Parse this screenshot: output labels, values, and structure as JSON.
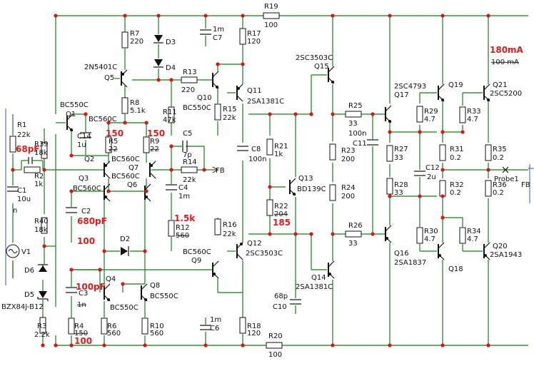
{
  "resistors": [
    {
      "ref": "R1",
      "value": "22k"
    },
    {
      "ref": "R2",
      "value": "1k"
    },
    {
      "ref": "R3",
      "value": "2.2k"
    },
    {
      "ref": "R4",
      "value": "150"
    },
    {
      "ref": "R5",
      "value": "22"
    },
    {
      "ref": "R6",
      "value": "560"
    },
    {
      "ref": "R7",
      "value": "220"
    },
    {
      "ref": "R8",
      "value": "5.1k"
    },
    {
      "ref": "R9",
      "value": "22"
    },
    {
      "ref": "R10",
      "value": "560"
    },
    {
      "ref": "R11",
      "value": "47k"
    },
    {
      "ref": "R12",
      "value": "560"
    },
    {
      "ref": "R13",
      "value": "220"
    },
    {
      "ref": "R14",
      "value": "22k"
    },
    {
      "ref": "R15",
      "value": "22k"
    },
    {
      "ref": "R16",
      "value": "22k"
    },
    {
      "ref": "R17",
      "value": "120"
    },
    {
      "ref": "R18",
      "value": "120"
    },
    {
      "ref": "R19",
      "value": "100"
    },
    {
      "ref": "R20",
      "value": "100"
    },
    {
      "ref": "R21",
      "value": "1k"
    },
    {
      "ref": "R22",
      "value": "204"
    },
    {
      "ref": "R23",
      "value": "200"
    },
    {
      "ref": "R24",
      "value": "200"
    },
    {
      "ref": "R25",
      "value": "33"
    },
    {
      "ref": "R26",
      "value": "33"
    },
    {
      "ref": "R27",
      "value": "33"
    },
    {
      "ref": "R28",
      "value": "33"
    },
    {
      "ref": "R29",
      "value": "4.7"
    },
    {
      "ref": "R30",
      "value": "4.7"
    },
    {
      "ref": "R31",
      "value": "0.2"
    },
    {
      "ref": "R32",
      "value": "0.2"
    },
    {
      "ref": "R33",
      "value": "4.7"
    },
    {
      "ref": "R34",
      "value": "4.7"
    },
    {
      "ref": "R35",
      "value": "0.2"
    },
    {
      "ref": "R36",
      "value": "0.2"
    },
    {
      "ref": "R39",
      "value": "18k"
    },
    {
      "ref": "R40",
      "value": "18k"
    }
  ],
  "capacitors": [
    {
      "ref": "C1",
      "value": "10u"
    },
    {
      "ref": "C2",
      "value": ""
    },
    {
      "ref": "C3",
      "value": "1n"
    },
    {
      "ref": "C4",
      "value": "1m"
    },
    {
      "ref": "C5",
      "value": "7p"
    },
    {
      "ref": "C6",
      "value": "1m"
    },
    {
      "ref": "C7",
      "value": "1m"
    },
    {
      "ref": "C8",
      "value": "100n"
    },
    {
      "ref": "C10",
      "value": "68p"
    },
    {
      "ref": "C11",
      "value": "100n"
    },
    {
      "ref": "C12",
      "value": "2u"
    },
    {
      "ref": "C14",
      "value": "1u"
    }
  ],
  "transistors": [
    {
      "ref": "Q1",
      "part": "BC550C"
    },
    {
      "ref": "Q2",
      "part": "BC560C"
    },
    {
      "ref": "Q3",
      "part": "BC560C"
    },
    {
      "ref": "Q4",
      "part": "BC550C"
    },
    {
      "ref": "Q5",
      "part": "2N5401C"
    },
    {
      "ref": "Q6",
      "part": "BC560C"
    },
    {
      "ref": "Q7",
      "part": "BC560C"
    },
    {
      "ref": "Q8",
      "part": "BC550C"
    },
    {
      "ref": "Q9",
      "part": "BC560C"
    },
    {
      "ref": "Q10",
      "part": "BC550C"
    },
    {
      "ref": "Q11",
      "part": "2SA1381C"
    },
    {
      "ref": "Q12",
      "part": "2SC3503C"
    },
    {
      "ref": "Q13",
      "part": "BD139C"
    },
    {
      "ref": "Q14",
      "part": "2SA1381C"
    },
    {
      "ref": "Q15",
      "part": "2SC3503C"
    },
    {
      "ref": "Q16",
      "part": "2SA1837"
    },
    {
      "ref": "Q17",
      "part": "2SC4793"
    },
    {
      "ref": "Q18",
      "part": ""
    },
    {
      "ref": "Q19",
      "part": ""
    },
    {
      "ref": "Q20",
      "part": "2SA1943"
    },
    {
      "ref": "Q21",
      "part": "2SC5200"
    }
  ],
  "diodes": [
    {
      "ref": "D2",
      "part": ""
    },
    {
      "ref": "D3",
      "part": ""
    },
    {
      "ref": "D4",
      "part": ""
    },
    {
      "ref": "D5",
      "part": "BZX84J-B12"
    },
    {
      "ref": "D6",
      "part": ""
    }
  ],
  "source": {
    "ref": "V1"
  },
  "probe": {
    "ref": "Probe1"
  },
  "net_labels": {
    "fb_left": "FB",
    "fb_right": "FB",
    "n_node": "n"
  },
  "modifications": {
    "r5_new": "150",
    "r9_new": "150",
    "c_68pf": "68pF",
    "c2_new": "680pF",
    "c2_extra": "100",
    "c3_new": "100pF",
    "r4_new": "100",
    "r12_new": "1.5k",
    "r22_new": "185",
    "bias_new": "180mA",
    "bias_old": "100 mA"
  },
  "colors": {
    "wire": "#1a7a1a",
    "component": "#111111",
    "node": "#d61515",
    "modification": "#d62020"
  }
}
